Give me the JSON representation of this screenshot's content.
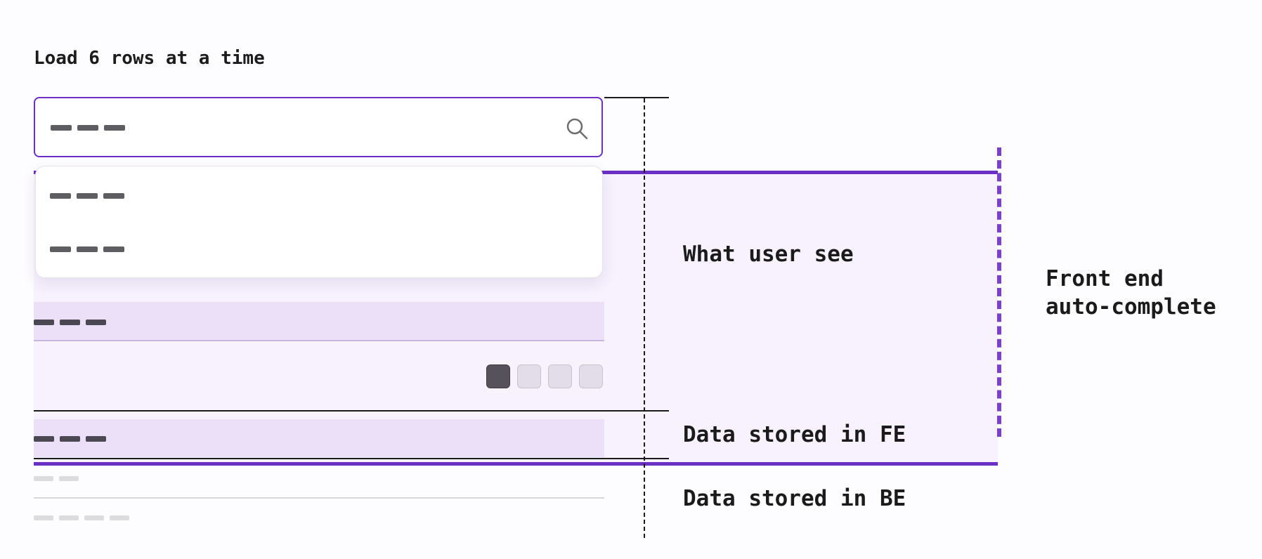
{
  "heading": "Load 6 rows at a time",
  "search": {
    "icon": "search-icon"
  },
  "dropdown": {
    "item_count": 2
  },
  "pagination": {
    "pages": 4,
    "active_page": 1
  },
  "labels": {
    "user_view": "What user see",
    "fe_data": "Data stored in FE",
    "be_data": "Data stored in BE",
    "autocomplete_line1": "Front end",
    "autocomplete_line2": "auto-complete"
  },
  "colors": {
    "accent": "#6b2fc6",
    "fe_region": "#f7f2fe",
    "row_highlight": "#ebe0f8"
  }
}
